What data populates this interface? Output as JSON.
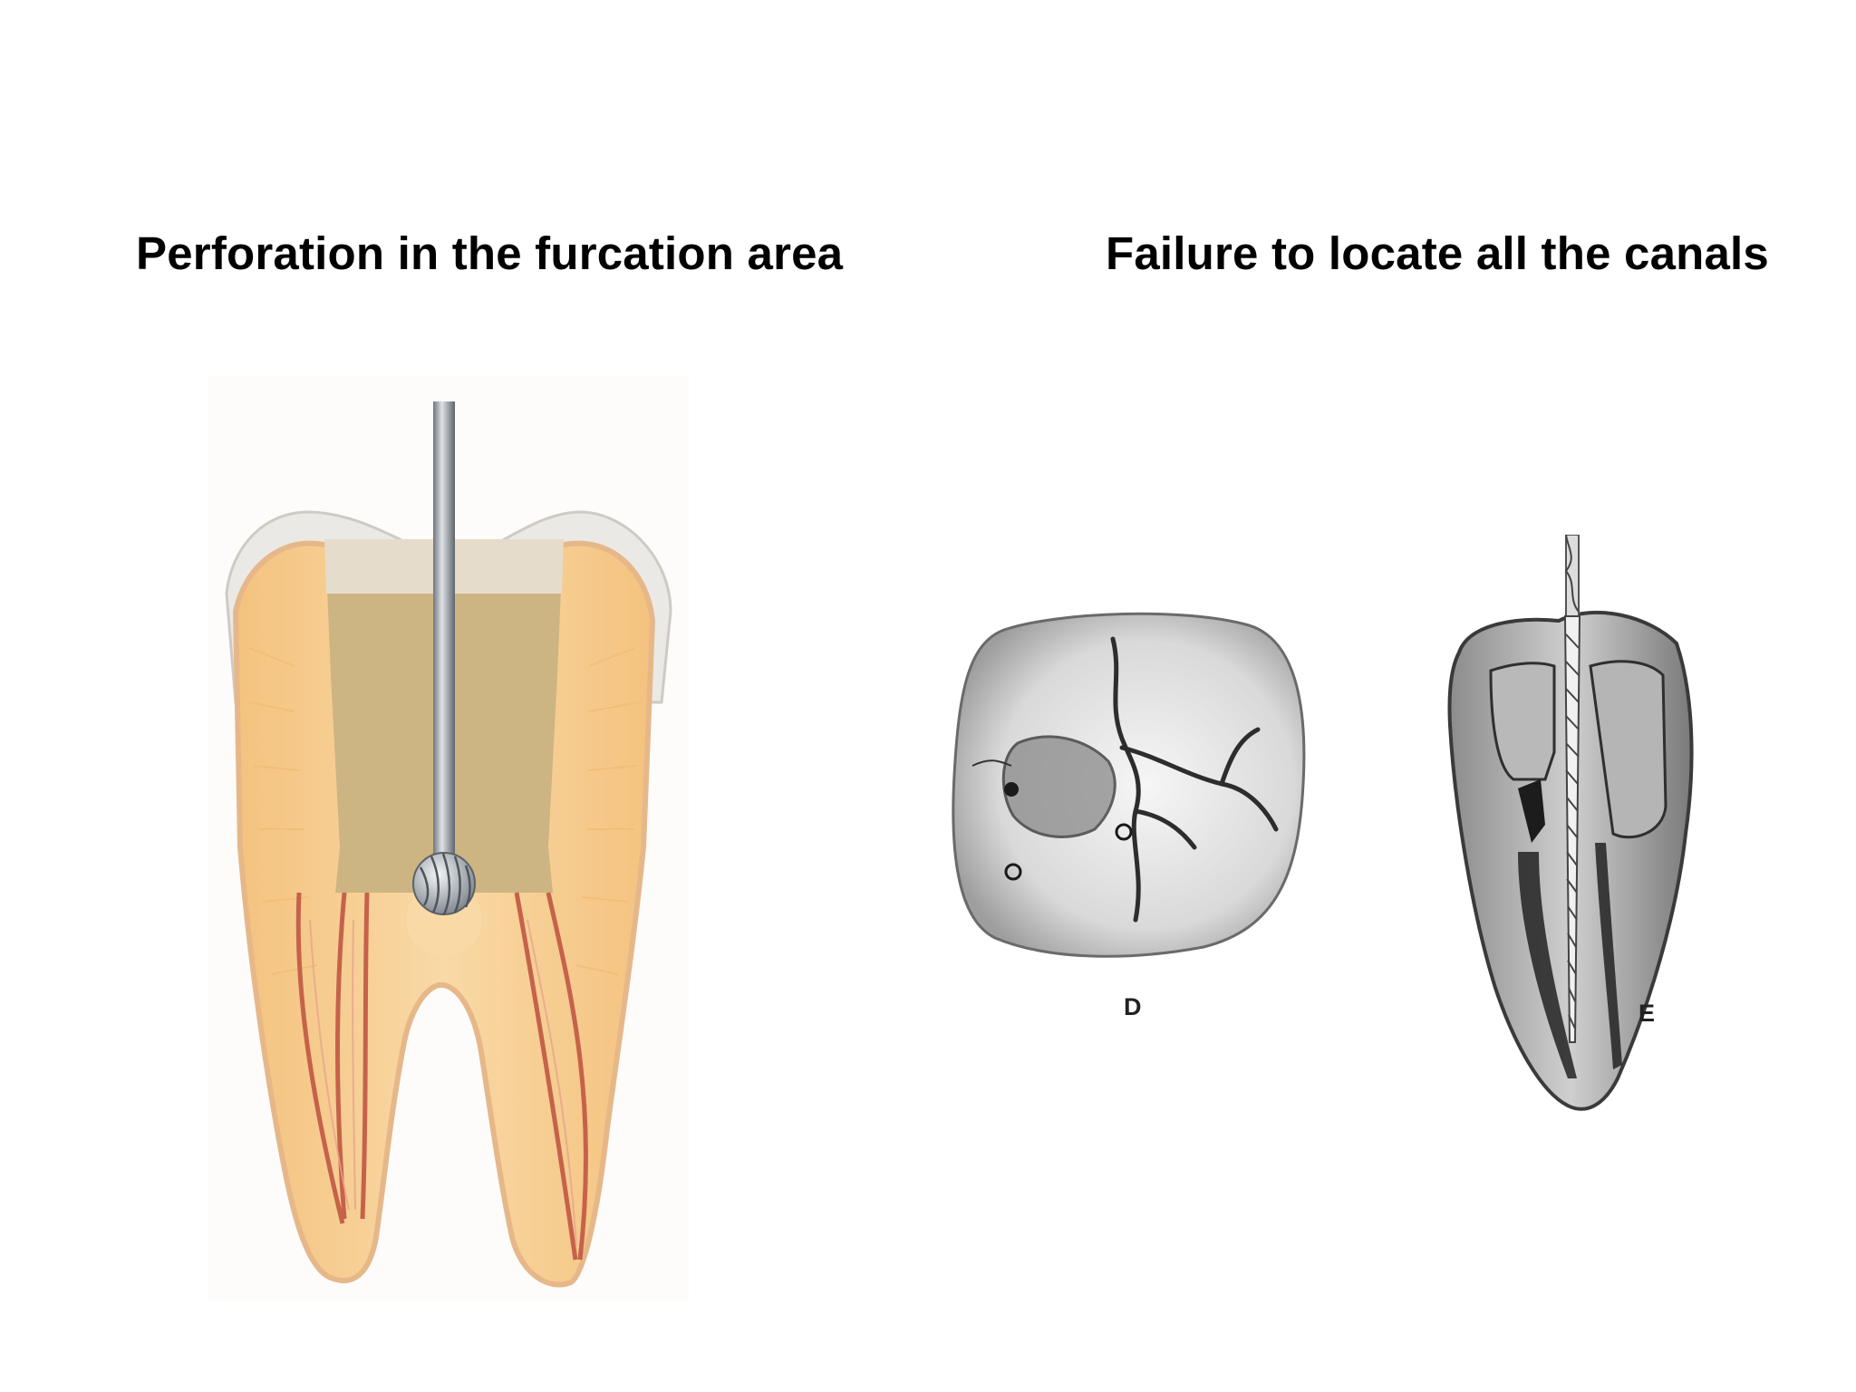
{
  "left_panel": {
    "title": "Perforation in the furcation area"
  },
  "right_panel": {
    "title": "Failure to locate all the canals",
    "figures": [
      {
        "label": "D"
      },
      {
        "label": "E"
      }
    ]
  },
  "colors": {
    "dentin": "#f5c98a",
    "pulp_chamber": "#cdb483",
    "canal": "#c8745a",
    "enamel": "#e9e7e4",
    "instrument": "#9aa1a8"
  },
  "icons": [
    "bur-instrument-icon",
    "endodontic-file-icon"
  ]
}
